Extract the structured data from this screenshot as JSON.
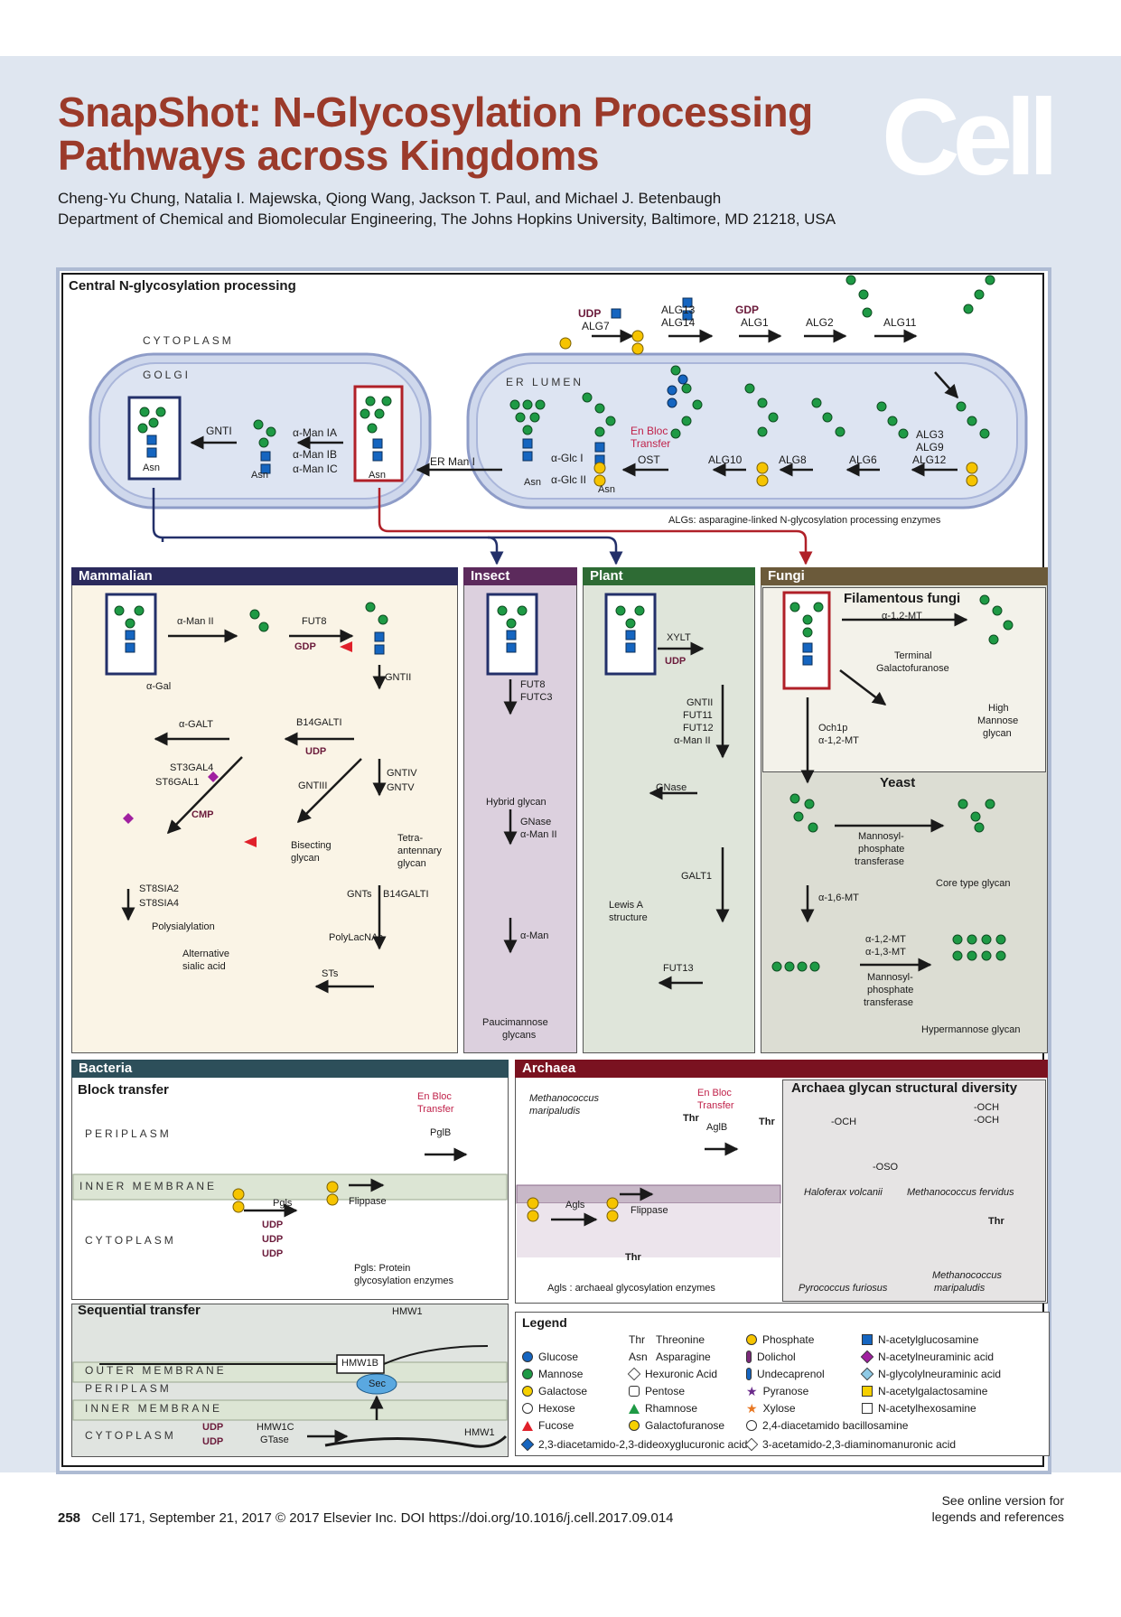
{
  "header": {
    "title_line1": "SnapShot: N-Glycosylation Processing",
    "title_line2": "Pathways across Kingdoms",
    "journal_logo": "Cell",
    "authors": "Cheng-Yu Chung, Natalia I. Majewska, Qiong Wang, Jackson T. Paul, and Michael J. Betenbaugh",
    "affiliation": "Department of Chemical and Biomolecular Engineering, The Johns Hopkins University, Baltimore, MD 21218, USA"
  },
  "central": {
    "heading": "Central N-glycosylation processing",
    "cytoplasm": "CYTOPLASM",
    "golgi": "GOLGI",
    "er_lumen": "ER LUMEN",
    "enzymes": {
      "alg7": "ALG7",
      "udp": "UDP",
      "gdp": "GDP",
      "alg13": "ALG13",
      "alg14": "ALG14",
      "alg1": "ALG1",
      "alg2": "ALG2",
      "alg11": "ALG11",
      "alg3": "ALG3",
      "alg9": "ALG9",
      "alg12": "ALG12",
      "alg6": "ALG6",
      "alg8": "ALG8",
      "alg10": "ALG10",
      "ost": "OST",
      "en_bloc": "En Bloc",
      "transfer": "Transfer",
      "glc1": "α-Glc I",
      "glc2": "α-Glc II",
      "er_man1": "ER Man I",
      "man_ia": "α-Man IA",
      "man_ib": "α-Man IB",
      "man_ic": "α-Man IC",
      "gnti": "GNTI"
    },
    "asn": "Asn",
    "algs_note": "ALGs: asparagine-linked N-glycosylation processing enzymes"
  },
  "mammalian": {
    "heading": "Mammalian",
    "labels": {
      "man2": "α-Man II",
      "fut8": "FUT8",
      "gdp": "GDP",
      "gnt2": "GNTII",
      "agal": "α-Gal",
      "a_galt": "α-GALT",
      "b14galti": "B14GALTI",
      "udp": "UDP",
      "st3gal4": "ST3GAL4",
      "st6gal1": "ST6GAL1",
      "cmp": "CMP",
      "gnt3": "GNTIII",
      "gnt4": "GNTIV",
      "gnt5": "GNTV",
      "bisecting": "Bisecting",
      "glycan": "glycan",
      "tetra1": "Tetra-",
      "tetra2": "antennary",
      "tetra3": "glycan",
      "st8sia2": "ST8SIA2",
      "st8sia4": "ST8SIA4",
      "polysialylation": "Polysialylation",
      "gnts": "GNTs",
      "b14galti2": "B14GALTI",
      "alt1": "Alternative",
      "alt2": "sialic acid",
      "polylacnac": "PolyLacNAc",
      "sts": "STs"
    }
  },
  "insect": {
    "heading": "Insect",
    "labels": {
      "fut8": "FUT8",
      "futc3": "FUTC3",
      "hybrid": "Hybrid glycan",
      "gnase": "GNase",
      "man2": "α-Man II",
      "aman": "α-Man",
      "pauci1": "Paucimannose",
      "pauci2": "glycans"
    }
  },
  "plant": {
    "heading": "Plant",
    "labels": {
      "xylt": "XYLT",
      "udp": "UDP",
      "gnt2": "GNTII",
      "fut11": "FUT11",
      "fut12": "FUT12",
      "man2": "α-Man II",
      "gnase": "GNase",
      "galt1": "GALT1",
      "lewis1": "Lewis A",
      "lewis2": "structure",
      "fut13": "FUT13"
    }
  },
  "fungi": {
    "heading": "Fungi",
    "filamentous": "Filamentous fungi",
    "labels": {
      "mt12": "α-1,2-MT",
      "term1": "Terminal",
      "term2": "Galactofuranose",
      "high1": "High",
      "high2": "Mannose",
      "high3": "glycan",
      "och1p": "Och1p",
      "mt12b": "α-1,2-MT"
    },
    "yeast": "Yeast",
    "yeast_labels": {
      "mpt1": "Mannosyl-",
      "mpt2": "phosphate",
      "mpt3": "transferase",
      "core": "Core type glycan",
      "mt16": "α-1,6-MT",
      "mt12": "α-1,2-MT",
      "mt13": "α-1,3-MT",
      "hyper": "Hypermannose glycan"
    }
  },
  "bacteria": {
    "heading": "Bacteria",
    "block": "Block transfer",
    "sequential": "Sequential transfer",
    "labels": {
      "periplasm": "PERIPLASM",
      "inner": "INNER MEMBRANE",
      "cytoplasm": "CYTOPLASM",
      "outer": "OUTER MEMBRANE",
      "en_bloc": "En Bloc",
      "transfer": "Transfer",
      "pglb": "PglB",
      "pgls": "Pgls",
      "flippase": "Flippase",
      "udp": "UDP",
      "pgls_note1": "Pgls: Protein",
      "pgls_note2": "glycosylation enzymes",
      "hmw1": "HMW1",
      "hmw1b": "HMW1B",
      "sec": "Sec",
      "hmw1c": "HMW1C",
      "gtase": "GTase"
    }
  },
  "archaea": {
    "heading": "Archaea",
    "labels": {
      "species1": "Methanococcus",
      "species2": "maripaludis",
      "en_bloc": "En Bloc",
      "transfer": "Transfer",
      "aglb": "AglB",
      "thr": "Thr",
      "agls": "Agls",
      "flippase": "Flippase",
      "agls_note": "Agls : archaeal glycosylation enzymes"
    },
    "diversity": "Archaea glycan structural diversity",
    "div_labels": {
      "och3": "-OCH",
      "oso3": "-OSO",
      "haloferax": "Haloferax volcanii",
      "fervidus": "Methanococcus fervidus",
      "pyrococcus": "Pyrococcus furiosus",
      "mari1": "Methanococcus",
      "mari2": "maripaludis"
    }
  },
  "legend": {
    "heading": "Legend",
    "items": [
      {
        "label": "Glucose",
        "shape": "circle",
        "color": "#1565c0"
      },
      {
        "label": "Mannose",
        "shape": "circle",
        "color": "#1e9a45"
      },
      {
        "label": "Galactose",
        "shape": "circle",
        "color": "#f6d000"
      },
      {
        "label": "Hexose",
        "shape": "circle",
        "color": "#ffffff"
      },
      {
        "label": "Fucose",
        "shape": "triangle",
        "color": "#e0202a"
      },
      {
        "label": "Threonine",
        "prefix": "Thr"
      },
      {
        "label": "Asparagine",
        "prefix": "Asn"
      },
      {
        "label": "Hexuronic Acid",
        "shape": "diamond",
        "color": "#ffffff"
      },
      {
        "label": "Pentose",
        "shape": "hexagon",
        "color": "#ffffff"
      },
      {
        "label": "Rhamnose",
        "shape": "triangle",
        "color": "#1e9a45"
      },
      {
        "label": "Galactofuranose",
        "shape": "circle-f",
        "color": "#f6d000"
      },
      {
        "label": "Phosphate",
        "shape": "circle-p",
        "color": "#f6c400"
      },
      {
        "label": "Dolichol",
        "shape": "dolichol",
        "color": "#7b2a7a"
      },
      {
        "label": "Undecaprenol",
        "shape": "dolichol",
        "color": "#1565c0"
      },
      {
        "label": "Pyranose",
        "shape": "star",
        "color": "#6a2a8a"
      },
      {
        "label": "Xylose",
        "shape": "star",
        "color": "#e87722"
      },
      {
        "label": "2,4-diacetamido bacillosamine",
        "shape": "circle-b",
        "color": "#ffffff"
      },
      {
        "label": "N-acetylglucosamine",
        "shape": "square",
        "color": "#1565c0"
      },
      {
        "label": "N-acetylneuraminic acid",
        "shape": "diamond",
        "color": "#a020a0"
      },
      {
        "label": "N-glycolylneuraminic acid",
        "shape": "diamond",
        "color": "#8ecae6"
      },
      {
        "label": "N-acetylgalactosamine",
        "shape": "square",
        "color": "#f6d000"
      },
      {
        "label": "N-acetylhexosamine",
        "shape": "square",
        "color": "#ffffff"
      },
      {
        "label": "2,3-diacetamido-2,3-dideoxyglucuronic acid",
        "shape": "diamond-half",
        "color": "#1565c0"
      },
      {
        "label": "3-acetamido-2,3-diaminomanuronic acid",
        "shape": "diamond-half",
        "color": "#ffffff"
      }
    ]
  },
  "footer": {
    "page": "258",
    "citation": "Cell 171, September 21, 2017 © 2017 Elsevier Inc.   DOI https://doi.org/10.1016/j.cell.2017.09.014",
    "online1": "See online version for",
    "online2": "legends and references"
  }
}
